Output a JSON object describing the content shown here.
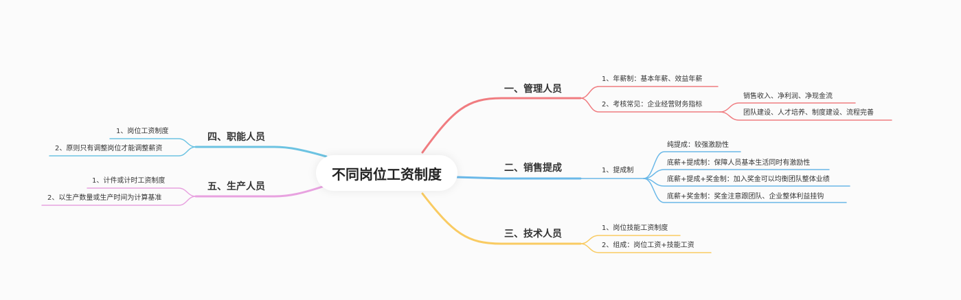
{
  "root": {
    "title": "不同岗位工资制度"
  },
  "colors": {
    "management": "#f07c80",
    "sales": "#6ab8e8",
    "tech": "#f9cb62",
    "functional": "#6cc3e2",
    "production": "#e8a2e0"
  },
  "branches": {
    "management": {
      "label": "一、管理人员",
      "items": [
        "1、年薪制：基本年薪、效益年薪",
        "2、考核常见：企业经营财务指标"
      ],
      "subitems": [
        "销售收入、净利润、净现金流",
        "团队建设、人才培养、制度建设、流程完善"
      ]
    },
    "sales": {
      "label": "二、销售提成",
      "items": [
        "1、提成制"
      ],
      "subitems": [
        "纯提成：较强激励性",
        "底薪+提成制：保障人员基本生活同时有激励性",
        "底薪+提成+奖金制：加入奖金可以均衡团队整体业绩",
        "底薪+奖金制：奖金注意跟团队、企业整体利益挂钩"
      ]
    },
    "tech": {
      "label": "三、技术人员",
      "items": [
        "1、岗位技能工资制度",
        "2、组成：岗位工资+技能工资"
      ]
    },
    "functional": {
      "label": "四、职能人员",
      "items": [
        "1、岗位工资制度",
        "2、原则只有调整岗位才能调整薪资"
      ]
    },
    "production": {
      "label": "五、生产人员",
      "items": [
        "1、计件或计时工资制度",
        "2、以生产数量或生产时间为计算基准"
      ]
    }
  }
}
